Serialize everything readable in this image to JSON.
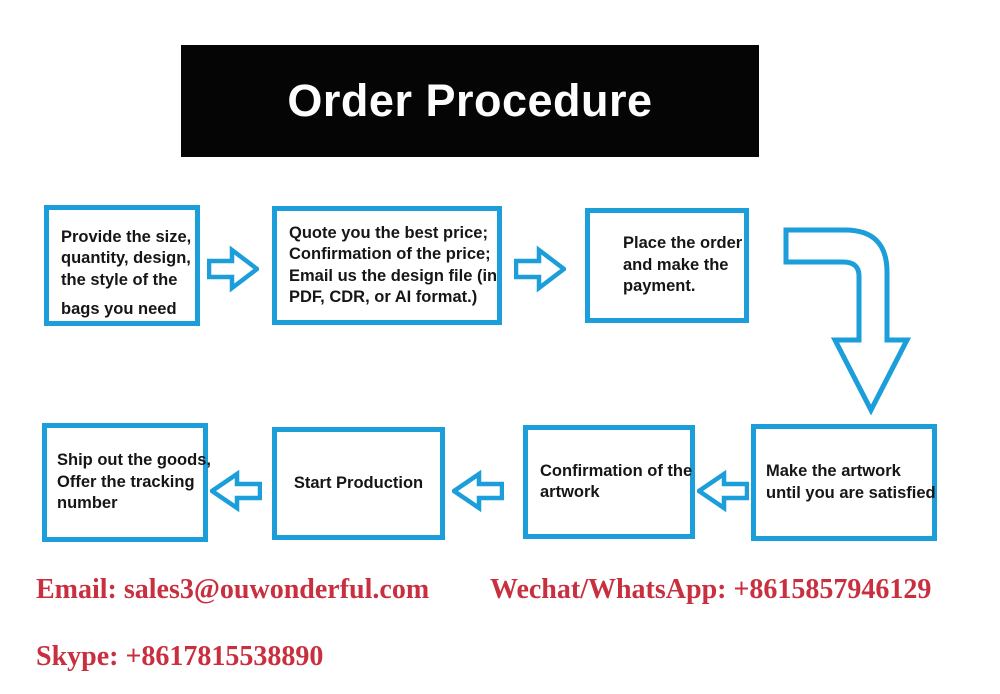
{
  "header": {
    "title": "Order Procedure"
  },
  "colors": {
    "accent_blue": "#1b9ed9",
    "header_bg": "#050505",
    "header_fg": "#fdfdfd",
    "contact_red": "#c9303f"
  },
  "flow": {
    "top_row": [
      {
        "id": "provide",
        "lines": [
          "Provide the size,",
          "quantity, design,",
          "the style of the",
          "bags you need"
        ]
      },
      {
        "id": "quote",
        "lines": [
          "Quote you the best price;",
          "Confirmation of the price;",
          "Email us the design file (in",
          "PDF, CDR, or AI format.)"
        ]
      },
      {
        "id": "place-order",
        "lines": [
          "Place the order",
          "and make the",
          "payment."
        ]
      }
    ],
    "bottom_row": [
      {
        "id": "make-artwork",
        "lines": [
          "Make the artwork",
          "until you are satisfied"
        ]
      },
      {
        "id": "confirm-artwork",
        "lines": [
          "Confirmation of the",
          "artwork"
        ]
      },
      {
        "id": "start-production",
        "lines": [
          "Start Production"
        ]
      },
      {
        "id": "ship-goods",
        "lines": [
          "Ship out the goods,",
          "Offer the tracking",
          "number"
        ]
      }
    ]
  },
  "contacts": {
    "email": "Email: sales3@ouwonderful.com",
    "wechat": "Wechat/WhatsApp: +8615857946129",
    "skype": "Skype: +8617815538890"
  }
}
